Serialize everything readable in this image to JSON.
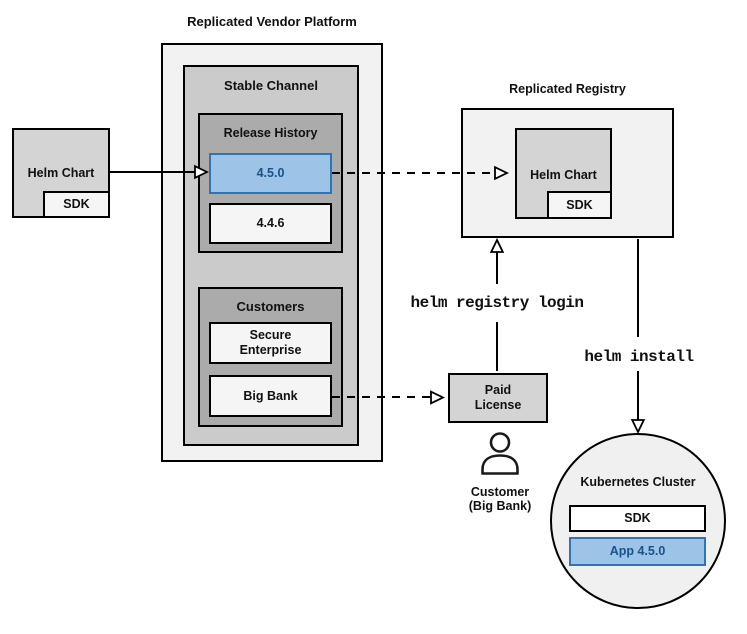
{
  "diagram": {
    "platform": {
      "title": "Replicated Vendor Platform"
    },
    "stable_channel": {
      "title": "Stable Channel"
    },
    "release_history": {
      "title": "Release History",
      "releases": [
        {
          "version": "4.5.0",
          "highlighted": true
        },
        {
          "version": "4.4.6",
          "highlighted": false
        }
      ]
    },
    "customers": {
      "title": "Customers",
      "items": [
        "Secure\nEnterprise",
        "Big Bank"
      ]
    },
    "source": {
      "helm_chart_label": "Helm Chart",
      "sdk_label": "SDK"
    },
    "registry": {
      "title": "Replicated Registry",
      "helm_chart_label": "Helm Chart",
      "sdk_label": "SDK"
    },
    "paid_license": {
      "label": "Paid\nLicense"
    },
    "customer": {
      "label": "Customer\n(Big Bank)"
    },
    "commands": {
      "registry_login": "helm registry login",
      "install": "helm install"
    },
    "cluster": {
      "title": "Kubernetes Cluster",
      "sdk_label": "SDK",
      "app_label": "App 4.5.0"
    },
    "colors": {
      "box_border": "#000000",
      "surface_light": "#F2F2F2",
      "surface_mid": "#CBCBCB",
      "surface_dark": "#ABABAB",
      "surface_box": "#D4D4D4",
      "surface_leaf": "#F5F5F5",
      "highlight_fill": "#9DC3E6",
      "highlight_border": "#2E75B6",
      "highlight_text": "#17538C"
    }
  }
}
